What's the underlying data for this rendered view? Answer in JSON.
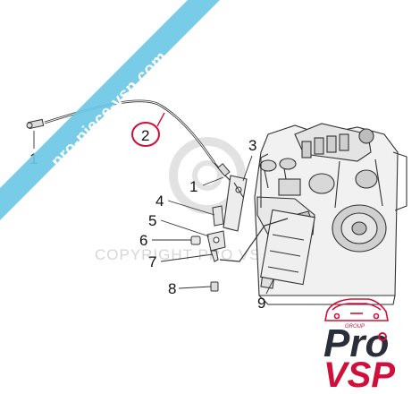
{
  "watermark": {
    "ribbon_text": "pro-piece-vsp.com",
    "ribbon_color": "#6ec8e6",
    "center_text": "COPYRIGHT PRO VSP"
  },
  "callouts": [
    {
      "id": "1a",
      "text": "1"
    },
    {
      "id": "2",
      "text": "2"
    },
    {
      "id": "3",
      "text": "3"
    },
    {
      "id": "1b",
      "text": "1"
    },
    {
      "id": "4",
      "text": "4"
    },
    {
      "id": "5",
      "text": "5"
    },
    {
      "id": "6",
      "text": "6"
    },
    {
      "id": "7",
      "text": "7"
    },
    {
      "id": "8",
      "text": "8"
    },
    {
      "id": "9",
      "text": "9"
    }
  ],
  "highlight_color": "#d0103a",
  "logo": {
    "group": "GROUP",
    "pro": "Pro",
    "vsp": "VSP",
    "pro_color": "#2a2e3a",
    "accent_color": "#d0103a"
  }
}
